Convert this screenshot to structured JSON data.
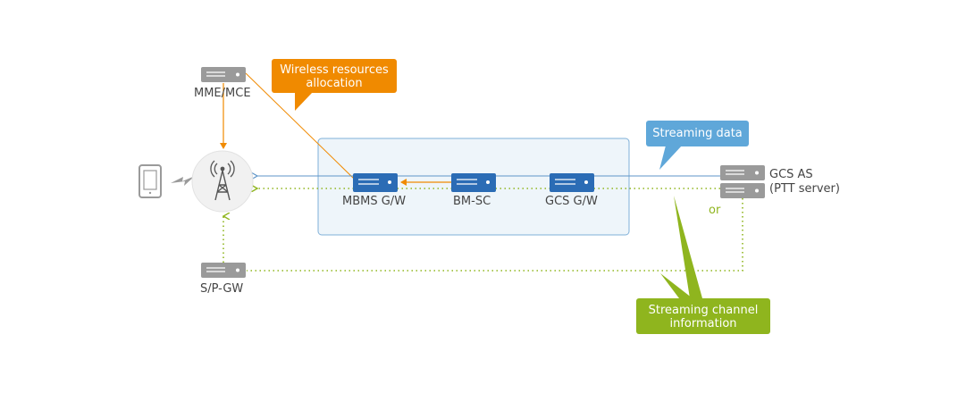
{
  "nodes": {
    "mme_mce": "MME/MCE",
    "sp_gw": "S/P-GW",
    "mbms_gw": "MBMS G/W",
    "bm_sc": "BM-SC",
    "gcs_gw": "GCS G/W",
    "gcs_as_line1": "GCS AS",
    "gcs_as_line2": "(PTT server)"
  },
  "callouts": {
    "wireless_line1": "Wireless resources",
    "wireless_line2": "allocation",
    "streaming_data": "Streaming data",
    "channel_line1": "Streaming channel",
    "channel_line2": "information"
  },
  "or_label": "or",
  "colors": {
    "server_gray": "#9a9a9a",
    "server_blue": "#2b6cb5",
    "orange": "#f08a00",
    "blue_callout": "#5fa7d9",
    "green": "#8fb51e",
    "box_fill": "#eef5fa",
    "box_border": "#7fb0d8",
    "stream_line": "#5f95c8"
  },
  "icons": [
    "phone-icon",
    "antenna-tower-icon",
    "lightning-icon",
    "server-icon"
  ]
}
